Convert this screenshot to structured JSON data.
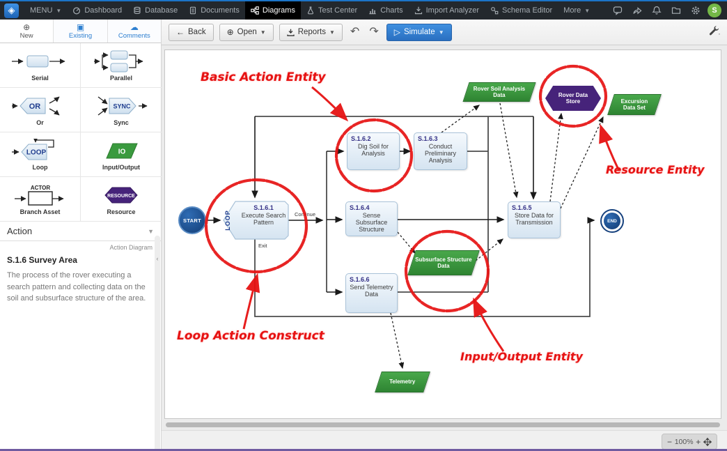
{
  "topbar": {
    "menu_label": "MENU",
    "items": [
      "Dashboard",
      "Database",
      "Documents",
      "Diagrams",
      "Test Center",
      "Charts",
      "Import Analyzer",
      "Schema Editor"
    ],
    "more_label": "More",
    "avatar_initial": "S"
  },
  "toolbar": {
    "back_label": "Back",
    "open_label": "Open",
    "reports_label": "Reports",
    "simulate_label": "Simulate"
  },
  "sidebar": {
    "tabs": [
      {
        "label": "New"
      },
      {
        "label": "Existing"
      },
      {
        "label": "Comments"
      }
    ],
    "palette": [
      {
        "label": "Serial"
      },
      {
        "label": "Parallel"
      },
      {
        "label": "Or",
        "icon_text": "OR"
      },
      {
        "label": "Sync",
        "icon_text": "SYNC"
      },
      {
        "label": "Loop",
        "icon_text": "LOOP"
      },
      {
        "label": "Input/Output",
        "icon_text": "IO"
      },
      {
        "label": "Branch Asset",
        "icon_text": "ACTOR"
      },
      {
        "label": "Resource",
        "icon_text": "RESOURCE"
      }
    ],
    "entity_type": "Action",
    "diagram_type": "Action Diagram",
    "selected_title": "S.1.6 Survey Area",
    "selected_description": "The process of the rover executing a search pattern and collecting data on the soil and subsurface structure of the area."
  },
  "canvas": {
    "nodes": {
      "start": "START",
      "end": "END",
      "loop": {
        "tag": "LOOP",
        "number": "S.1.6.1",
        "label": "Execute Search Pattern",
        "continue_label": "Continue",
        "exit_label": "Exit"
      },
      "a2": {
        "number": "S.1.6.2",
        "label": "Dig Soil for Analysis"
      },
      "a3": {
        "number": "S.1.6.3",
        "label": "Conduct Preliminary Analysis"
      },
      "a4": {
        "number": "S.1.6.4",
        "label": "Sense Subsurface Structure"
      },
      "a5": {
        "number": "S.1.6.5",
        "label": "Store Data for Transmission"
      },
      "a6": {
        "number": "S.1.6.6",
        "label": "Send Telemetry Data"
      },
      "io_soil": "Rover Soil Analysis Data",
      "io_subsurface": "Subsurface Structure Data",
      "io_telemetry": "Telemetry",
      "io_excursion": "Excursion Data Set",
      "resource_store": "Rover Data Store"
    },
    "annotations": {
      "basic": "Basic Action Entity",
      "resource": "Resource Entity",
      "loop": "Loop Action Construct",
      "io": "Input/Output Entity"
    },
    "colors": {
      "io_green": "#3a9a3e",
      "resource_purple": "#46237a",
      "annotation_red": "#e61212",
      "node_blue_border": "#a9c2d8",
      "start_navy": "#133e77"
    }
  },
  "statusbar": {
    "zoom_out_label": "−",
    "zoom_level": "100%",
    "zoom_in_label": "+"
  }
}
